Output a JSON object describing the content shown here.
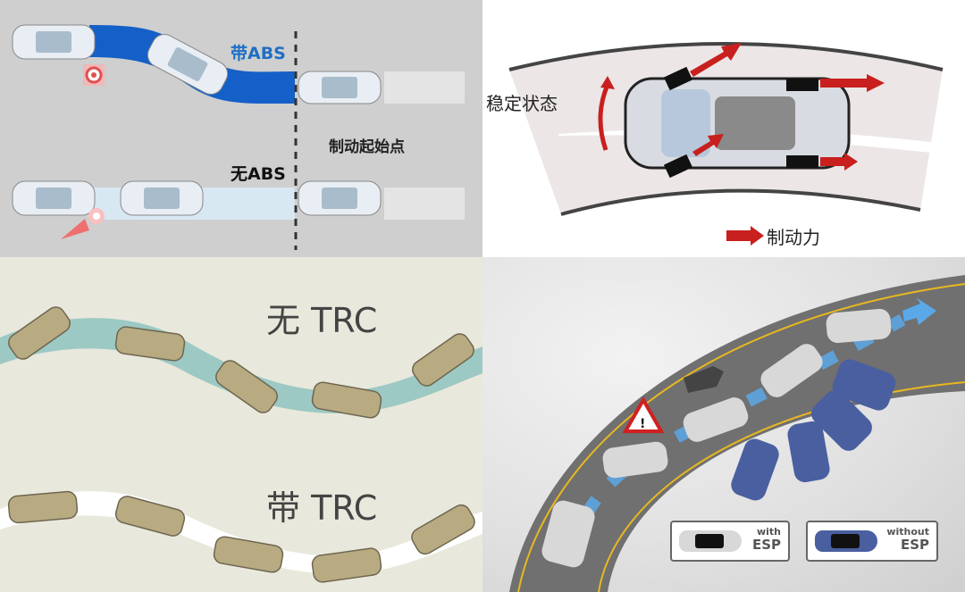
{
  "panels": {
    "abs": {
      "label_with": "带ABS",
      "label_without": "无ABS",
      "label_brake_start": "制动起始点",
      "colors": {
        "with_path": "#1560c8",
        "without_path": "#d8e8f2",
        "background": "#cfcfcf"
      }
    },
    "brake_force": {
      "label_stable": "稳定状态",
      "legend_label": "制动力",
      "colors": {
        "arrow": "#c8201e",
        "road": "#ece6e6"
      }
    },
    "trc": {
      "label_without": "无 TRC",
      "label_with": "带 TRC",
      "colors": {
        "without_path": "#9cc9c4",
        "with_path": "#ffffff",
        "car": "#b8ab82",
        "background": "#e9e8dc"
      }
    },
    "esp": {
      "legend": [
        {
          "line1": "with",
          "line2": "ESP",
          "car_color": "#d8d8d8"
        },
        {
          "line1": "without",
          "line2": "ESP",
          "car_color": "#4a5fa0"
        }
      ],
      "icons": [
        "warning-triangle-icon",
        "direction-arrow-icon"
      ],
      "colors": {
        "road": "#707070",
        "lane_line": "#e8b820",
        "path": "#5aa8e8"
      }
    }
  }
}
